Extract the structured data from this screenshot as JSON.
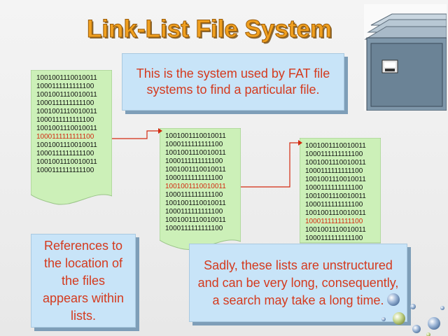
{
  "slide": {
    "title": "Link-List File System",
    "callouts": {
      "top": "This is the system used by FAT file systems to find a particular file.",
      "left": "References to the location of the files appears within lists.",
      "bottom": "Sadly, these lists are unstructured and can be very long, consequently, a search may take a long time."
    },
    "lists": [
      {
        "lines": [
          "1001001110010011",
          "1000111111111100",
          "1001001110010011",
          "1000111111111100",
          "1001001110010011",
          "1000111111111100",
          "1001001110010011",
          "1000111111111100",
          "1001001110010011",
          "1000111111111100",
          "1001001110010011",
          "1000111111111100"
        ],
        "highlight_index": 7
      },
      {
        "lines": [
          "1001001110010011",
          "1000111111111100",
          "1001001110010011",
          "1000111111111100",
          "1001001110010011",
          "1000111111111100",
          "1001001110010011",
          "1000111111111100",
          "1001001110010011",
          "1000111111111100",
          "1001001110010011",
          "1000111111111100"
        ],
        "highlight_index": 6
      },
      {
        "lines": [
          "1001001110010011",
          "1000111111111100",
          "1001001110010011",
          "1000111111111100",
          "1001001110010011",
          "1000111111111100",
          "1001001110010011",
          "1000111111111100",
          "1001001110010011",
          "1000111111111100",
          "1001001110010011",
          "1000111111111100"
        ],
        "highlight_index": 9
      }
    ],
    "colors": {
      "title": "#f0a020",
      "callout_bg": "#c8e4f8",
      "callout_text": "#d43a1e",
      "list_bg": "#ccf0b8",
      "highlight": "#d32a10",
      "connector": "#d32a10"
    },
    "icons": {
      "cabinet": "file-cabinet-icon",
      "decoration": "bubbles-decoration"
    }
  }
}
